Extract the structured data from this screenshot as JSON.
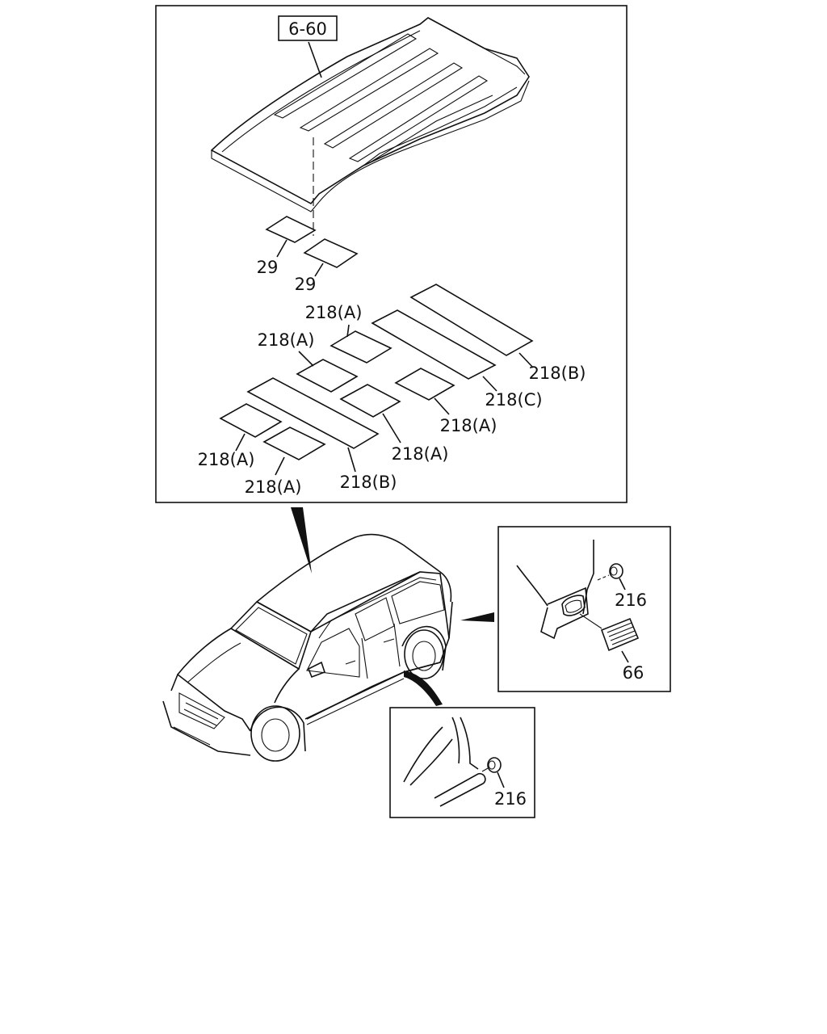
{
  "reference_label": "6-60",
  "callouts": {
    "c29a": "29",
    "c29b": "29",
    "c218a_1": "218(A)",
    "c218a_2": "218(A)",
    "c218b_1": "218(B)",
    "c218c": "218(C)",
    "c218a_3": "218(A)",
    "c218a_4": "218(A)",
    "c218a_5": "218(A)",
    "c218a_6": "218(A)",
    "c218b_2": "218(B)"
  },
  "detail_rear": {
    "c216": "216",
    "c66": "66"
  },
  "detail_sill": {
    "c216": "216"
  }
}
